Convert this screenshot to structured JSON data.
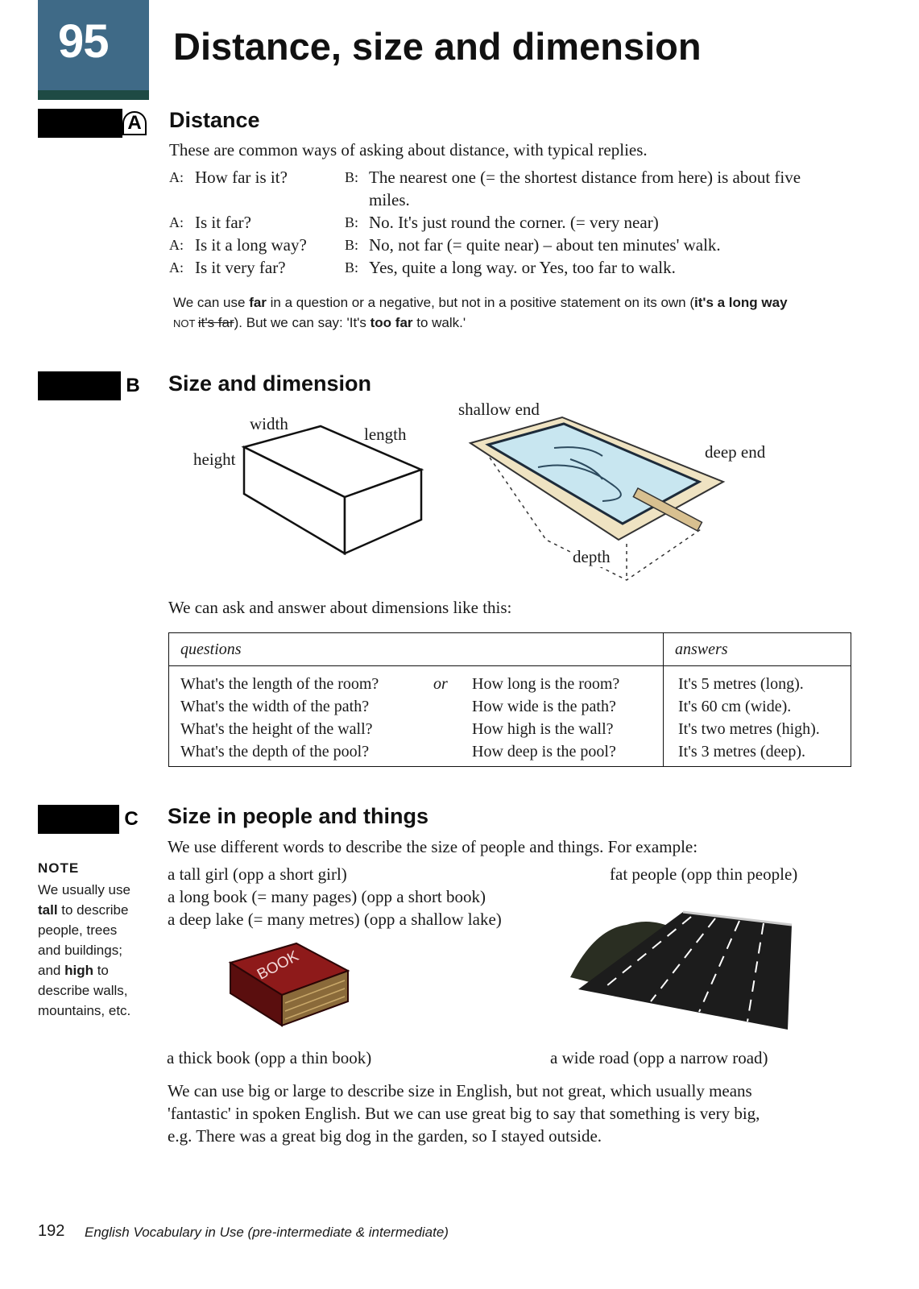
{
  "unit": {
    "number": "95",
    "title": "Distance, size and dimension"
  },
  "section_a": {
    "letter": "A",
    "title": "Distance",
    "intro": "These are common ways of asking about distance, with typical replies.",
    "dialog": [
      {
        "q_speaker": "A:",
        "q": "How far is it?",
        "a_speaker": "B:",
        "a": "The nearest one (= the shortest distance from here) is about five",
        "a_cont": "miles."
      },
      {
        "q_speaker": "A:",
        "q": "Is it far?",
        "a_speaker": "B:",
        "a": "No. It's just round the corner. (= very near)"
      },
      {
        "q_speaker": "A:",
        "q": "Is it a long way?",
        "a_speaker": "B:",
        "a": "No, not far (= quite near) – about ten minutes' walk."
      },
      {
        "q_speaker": "A:",
        "q": "Is it very far?",
        "a_speaker": "B:",
        "a": "Yes, quite a long way. or Yes, too far to walk."
      }
    ],
    "note_line1_pre": "We can use ",
    "note_far": "far",
    "note_line1_mid": " in a question or a negative, but not in a positive statement on its own (",
    "note_longway": "it's a long way",
    "note_not": "NOT ",
    "note_struck": "it's far",
    "note_line2_mid": "). But we can say: 'It's ",
    "note_toofar": "too far",
    "note_line2_end": " to walk.'"
  },
  "section_b": {
    "letter": "B",
    "title": "Size and dimension",
    "box_labels": {
      "width": "width",
      "length": "length",
      "height": "height"
    },
    "pool_labels": {
      "shallow": "shallow end",
      "deep": "deep end",
      "depth": "depth"
    },
    "intro": "We can ask and answer about dimensions like this:",
    "table": {
      "header_questions": "questions",
      "header_answers": "answers",
      "or_word": "or",
      "rows": [
        {
          "q1": "What's the length of the room?",
          "q2": "How long is the room?",
          "ans": "It's 5 metres (long)."
        },
        {
          "q1": "What's the width of the path?",
          "q2": "How wide is the path?",
          "ans": "It's 60 cm (wide)."
        },
        {
          "q1": "What's the height of the wall?",
          "q2": "How high is the wall?",
          "ans": "It's two metres (high)."
        },
        {
          "q1": "What's the depth of the pool?",
          "q2": "How deep is the pool?",
          "ans": "It's 3 metres (deep)."
        }
      ]
    }
  },
  "section_c": {
    "letter": "C",
    "title": "Size in people and things",
    "intro": "We use different words to describe the size of people and things. For example:",
    "examples": [
      "a tall girl (opp a short girl)",
      "a long book (= many pages) (opp a short book)",
      "a deep lake (= many metres) (opp a shallow lake)"
    ],
    "example_right": "fat people (opp thin people)",
    "book_word": "BOOK",
    "caption_book": "a thick book (opp a thin book)",
    "caption_road": "a wide road (opp a narrow road)",
    "closing": [
      "We can use big or large to describe size in English, but not great, which usually means",
      "'fantastic' in spoken English. But we can use great big to say that something is very big,",
      "e.g. There was a great big dog in the garden, so I stayed outside."
    ]
  },
  "sidebar_note": {
    "heading": "NOTE",
    "l1": "We usually use",
    "l2_bold": "tall",
    "l2_rest": " to describe",
    "l3": "people, trees",
    "l4": "and buildings;",
    "l5_pre": "and ",
    "l5_bold": "high",
    "l5_rest": " to",
    "l6": "describe walls,",
    "l7": "mountains, etc."
  },
  "footer": {
    "page": "192",
    "book": "English Vocabulary in Use (pre-intermediate & intermediate)"
  }
}
